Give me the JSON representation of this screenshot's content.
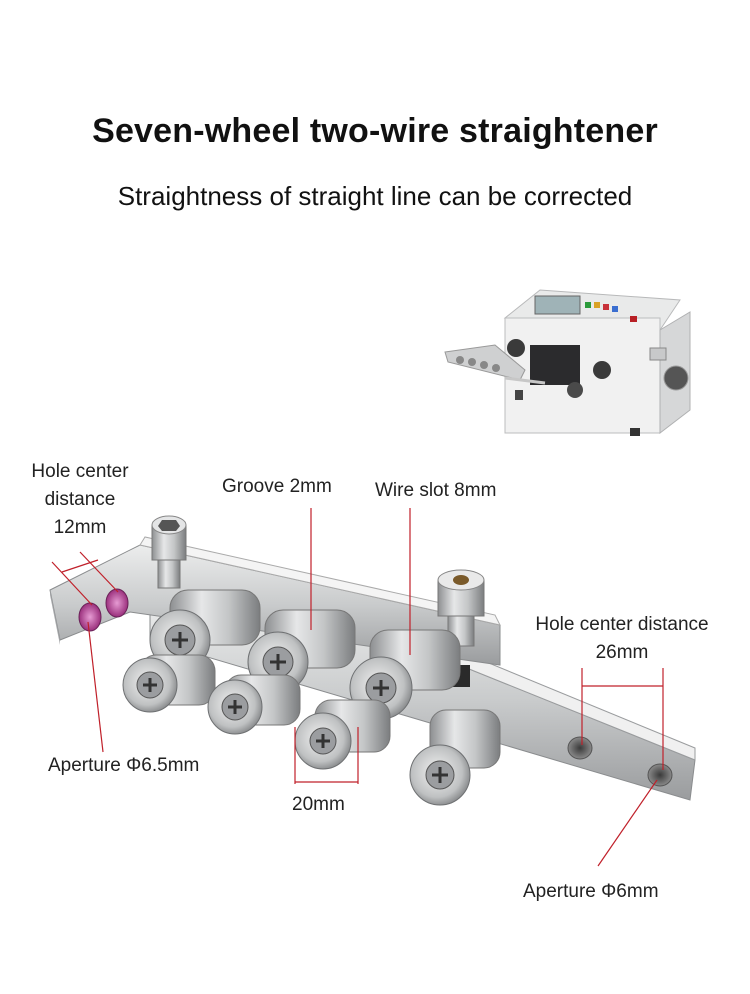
{
  "header": {
    "title": "Seven-wheel two-wire straightener",
    "subtitle": "Straightness of straight line can be corrected"
  },
  "annotations": {
    "hole_center_12": [
      "Hole center",
      "distance",
      "12mm"
    ],
    "groove": "Groove 2mm",
    "wire_slot": "Wire slot 8mm",
    "hole_center_26": [
      "Hole center distance",
      "26mm"
    ],
    "aperture_65": "Aperture Φ6.5mm",
    "spacing_20": "20mm",
    "aperture_6": "Aperture Φ6mm"
  },
  "colors": {
    "annotation_line": "#c0202a",
    "metal_light": "#d9dadb",
    "metal_dark": "#8c8e90",
    "hole_pink": "#c04fa0"
  }
}
